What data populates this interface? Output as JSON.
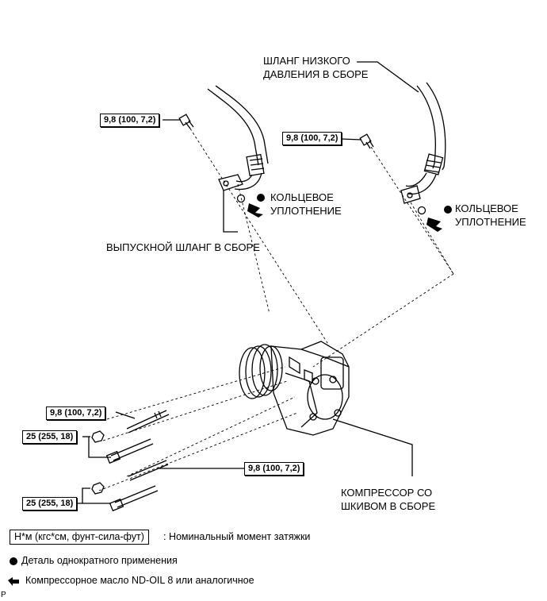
{
  "labels": {
    "low_pressure_hose": [
      "ШЛАНГ НИЗКОГО",
      "ДАВЛЕНИЯ В СБОРЕ"
    ],
    "oring_left": [
      "КОЛЬЦЕВОЕ",
      "УПЛОТНЕНИЕ"
    ],
    "oring_right": [
      "КОЛЬЦЕВОЕ",
      "УПЛОТНЕНИЕ"
    ],
    "discharge_hose": "ВЫПУСКНОЙ ШЛАНГ В СБОРЕ",
    "compressor": [
      "КОМПРЕССОР СО",
      "ШКИВОМ В СБОРЕ"
    ]
  },
  "torques": {
    "left_hose_bolt": "9,8 (100, 7,2)",
    "right_hose_bolt": "9,8 (100, 7,2)",
    "stud_upper": "9,8 (100, 7,2)",
    "nut_upper": "25 (255, 18)",
    "stud_lower": "9,8 (100, 7,2)",
    "nut_lower": "25 (255, 18)"
  },
  "legend": {
    "unit_box": "Н*м (кгс*см, фунт-сила-фут)",
    "unit_desc": ": Номинальный момент затяжки",
    "non_reusable": "Деталь однократного применения",
    "oil": "Компрессорное масло ND-OIL 8 или аналогичное"
  },
  "corner_mark": "P"
}
